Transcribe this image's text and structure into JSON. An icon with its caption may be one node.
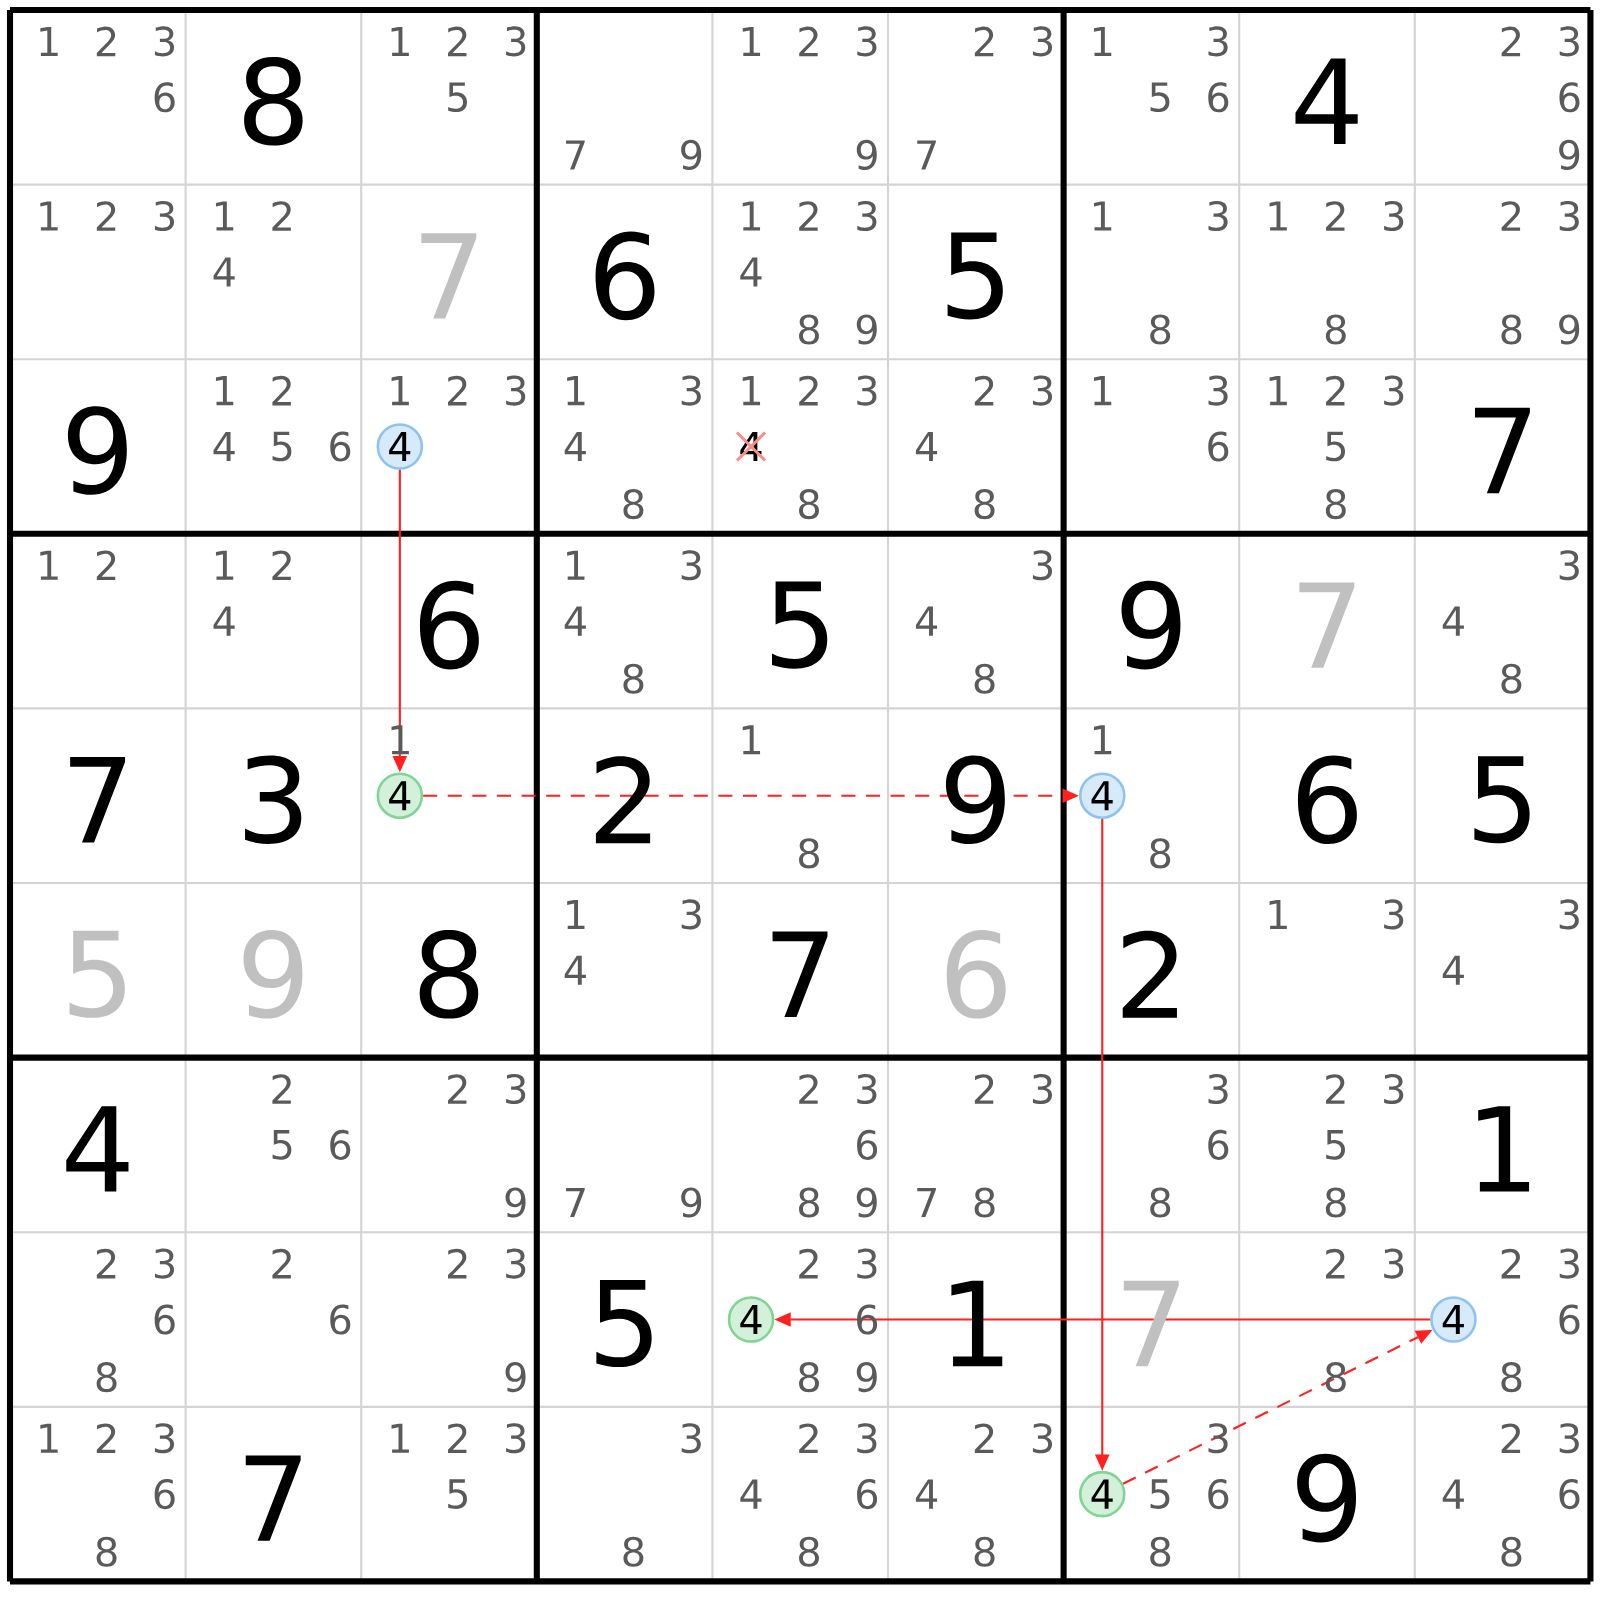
{
  "diagram": {
    "nodes": [
      {
        "text": [
          "4"
        ]
      },
      {
        "text": [
          "4"
        ]
      },
      {
        "text": [
          "4"
        ]
      },
      {
        "text": [
          "4"
        ]
      },
      {
        "text": [
          "4"
        ]
      },
      {
        "text": [
          "4"
        ]
      }
    ],
    "edges": [
      {
        "from": 0,
        "to": 1,
        "arrow": "to"
      },
      {
        "from": 1,
        "to": 2,
        "arrow": "to",
        "style": "dashed"
      },
      {
        "from": 2,
        "to": 5,
        "arrow": "to"
      },
      {
        "from": 5,
        "to": 4,
        "arrow": "to",
        "style": "dashed"
      },
      {
        "from": 4,
        "to": 3,
        "arrow": "to"
      }
    ],
    "labels": [
      "1",
      "2",
      "3",
      "6",
      "8",
      "1",
      "2",
      "3",
      "5",
      "7",
      "9",
      "1",
      "2",
      "3",
      "9",
      "2",
      "3",
      "7",
      "1",
      "3",
      "5",
      "6",
      "4",
      "2",
      "3",
      "6",
      "9",
      "1",
      "2",
      "3",
      "1",
      "2",
      "4",
      "7",
      "6",
      "1",
      "2",
      "3",
      "4",
      "8",
      "9",
      "5",
      "1",
      "3",
      "8",
      "1",
      "2",
      "3",
      "8",
      "2",
      "3",
      "8",
      "9",
      "9",
      "1",
      "2",
      "4",
      "5",
      "6",
      "1",
      "2",
      "3",
      "1",
      "3",
      "4",
      "8",
      "1",
      "2",
      "3",
      "4",
      "8",
      "2",
      "3",
      "4",
      "8",
      "1",
      "3",
      "6",
      "1",
      "2",
      "3",
      "5",
      "8",
      "7",
      "1",
      "2",
      "1",
      "2",
      "4",
      "6",
      "1",
      "3",
      "4",
      "8",
      "5",
      "3",
      "4",
      "8",
      "9",
      "7",
      "3",
      "4",
      "8",
      "7",
      "3",
      "1",
      "2",
      "1",
      "8",
      "9",
      "1",
      "8",
      "6",
      "5",
      "5",
      "9",
      "8",
      "1",
      "3",
      "4",
      "7",
      "6",
      "2",
      "1",
      "3",
      "3",
      "4",
      "4",
      "2",
      "5",
      "6",
      "2",
      "3",
      "9",
      "7",
      "9",
      "2",
      "3",
      "6",
      "8",
      "9",
      "2",
      "3",
      "7",
      "8",
      "3",
      "6",
      "8",
      "2",
      "3",
      "5",
      "8",
      "1",
      "2",
      "3",
      "6",
      "8",
      "2",
      "6",
      "2",
      "3",
      "9",
      "5",
      "2",
      "3",
      "6",
      "8",
      "9",
      "1",
      "7",
      "2",
      "3",
      "8",
      "2",
      "3",
      "6",
      "8",
      "1",
      "2",
      "3",
      "6",
      "8",
      "7",
      "1",
      "2",
      "3",
      "5",
      "3",
      "8",
      "2",
      "3",
      "4",
      "6",
      "8",
      "2",
      "3",
      "4",
      "8",
      "3",
      "5",
      "6",
      "8",
      "9",
      "2",
      "3",
      "4",
      "6",
      "8"
    ]
  }
}
